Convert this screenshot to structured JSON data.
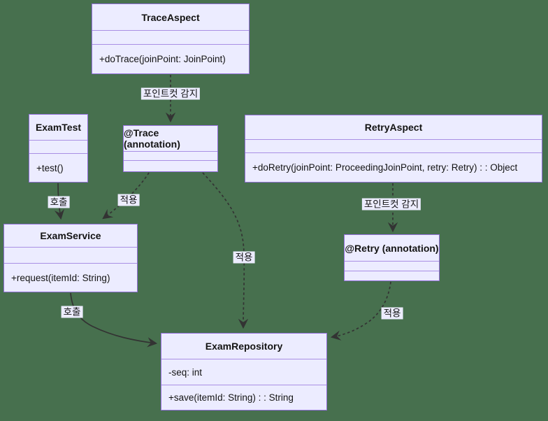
{
  "diagram_type": "uml-class-diagram",
  "background_color": "#47704E",
  "colors": {
    "node_fill": "#ECECFF",
    "node_border": "#9370DB",
    "edge_line": "#333333",
    "edge_label_bg": "#ECECFF",
    "text": "#131313"
  },
  "classes": [
    {
      "name": "TraceAspect",
      "attributes": [],
      "methods": [
        "+doTrace(joinPoint: JoinPoint)"
      ]
    },
    {
      "name": "ExamTest",
      "attributes": [],
      "methods": [
        "+test()"
      ]
    },
    {
      "name": "@Trace (annotation)",
      "attributes": [],
      "methods": []
    },
    {
      "name": "RetryAspect",
      "attributes": [],
      "methods": [
        "+doRetry(joinPoint: ProceedingJoinPoint, retry: Retry) : : Object"
      ]
    },
    {
      "name": "ExamService",
      "attributes": [],
      "methods": [
        "+request(itemId: String)"
      ]
    },
    {
      "name": "@Retry (annotation)",
      "attributes": [],
      "methods": []
    },
    {
      "name": "ExamRepository",
      "attributes": [
        "-seq: int"
      ],
      "methods": [
        "+save(itemId: String) : : String"
      ]
    }
  ],
  "edges": [
    {
      "from": "TraceAspect",
      "to": "@Trace (annotation)",
      "label": "포인트컷 감지",
      "style": "dashed"
    },
    {
      "from": "ExamTest",
      "to": "ExamService",
      "label": "호출",
      "style": "solid"
    },
    {
      "from": "@Trace (annotation)",
      "to": "ExamService",
      "label": "적용",
      "style": "dashed"
    },
    {
      "from": "RetryAspect",
      "to": "@Retry (annotation)",
      "label": "포인트컷 감지",
      "style": "dashed"
    },
    {
      "from": "@Trace (annotation)",
      "to": "ExamRepository",
      "label": "적용",
      "style": "dashed"
    },
    {
      "from": "@Retry (annotation)",
      "to": "ExamRepository",
      "label": "적용",
      "style": "dashed"
    },
    {
      "from": "ExamService",
      "to": "ExamRepository",
      "label": "호출",
      "style": "solid"
    }
  ]
}
